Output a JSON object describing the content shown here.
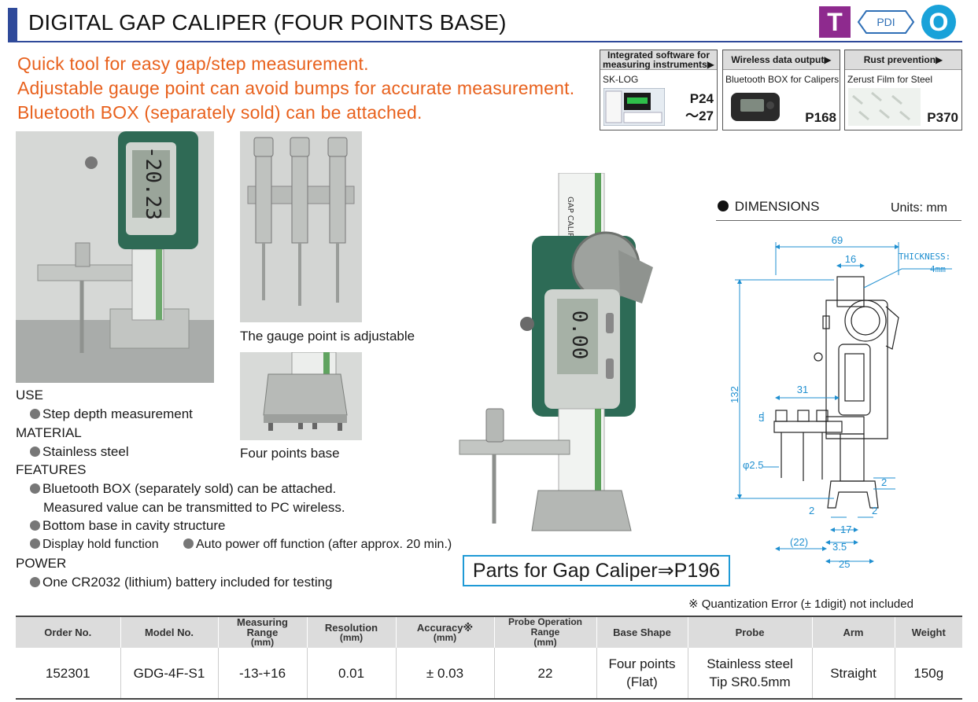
{
  "header": {
    "title": "DIGITAL GAP CALIPER (FOUR POINTS BASE)",
    "badge_t": "T",
    "badge_pdi": "PDI",
    "badge_o": "O"
  },
  "taglines": [
    "Quick tool for easy gap/step measurement.",
    "Adjustable gauge point can avoid bumps for accurate measurement.",
    "Bluetooth BOX (separately sold) can be attached."
  ],
  "refs": [
    {
      "head_line1": "Integrated software for",
      "head_line2": "measuring instruments▶",
      "sub": "SK-LOG",
      "page1": "P24",
      "page2": "～27"
    },
    {
      "head_line1": "Wireless data output▶",
      "head_line2": "",
      "sub": "Bluetooth BOX for Calipers",
      "page1": "P168",
      "page2": ""
    },
    {
      "head_line1": "Rust prevention▶",
      "head_line2": "",
      "sub": "Zerust Film for Steel",
      "page1": "P370",
      "page2": ""
    }
  ],
  "photos": {
    "display_left": "-20.23",
    "display_main": "0.00",
    "caption_gauge": "The gauge point is adjustable",
    "caption_base": "Four points base"
  },
  "specs": {
    "use_title": "USE",
    "use_items": [
      "Step depth measurement"
    ],
    "material_title": "MATERIAL",
    "material_items": [
      "Stainless steel"
    ],
    "features_title": "FEATURES",
    "feature_1": "Bluetooth BOX (separately sold) can be attached.",
    "feature_1b": "Measured value can be transmitted to PC wireless.",
    "feature_2": "Bottom base in cavity structure",
    "feature_3": "Display hold function",
    "feature_4": "Auto power off function (after approx. 20 min.)",
    "power_title": "POWER",
    "power_items": [
      "One CR2032 (lithium) battery included for testing"
    ]
  },
  "parts_link": "Parts for Gap Caliper⇒P196",
  "dimensions": {
    "label": "DIMENSIONS",
    "units": "Units: mm",
    "d69": "69",
    "d16": "16",
    "thickness": "THICKNESS:",
    "thickness_val": "4mm",
    "d132": "132",
    "d31": "31",
    "d5": "5",
    "d2_5": "φ2.5",
    "d2a": "2",
    "d2b": "2",
    "d2c": "2",
    "d17": "17",
    "d22": "(22)",
    "d3_5": "3.5",
    "d25": "25"
  },
  "note": "※ Quantization Error (± 1digit) not included",
  "table": {
    "headers": [
      {
        "main": "Order No.",
        "sub": ""
      },
      {
        "main": "Model No.",
        "sub": ""
      },
      {
        "main": "Measuring Range",
        "sub": "(mm)"
      },
      {
        "main": "Resolution",
        "sub": "(mm)"
      },
      {
        "main": "Accuracy※",
        "sub": "(mm)"
      },
      {
        "main": "Probe Operation Range",
        "sub": "(mm)"
      },
      {
        "main": "Base Shape",
        "sub": ""
      },
      {
        "main": "Probe",
        "sub": ""
      },
      {
        "main": "Arm",
        "sub": ""
      },
      {
        "main": "Weight",
        "sub": ""
      }
    ],
    "row": {
      "order_no": "152301",
      "model_no": "GDG-4F-S1",
      "measuring_range": "-13-+16",
      "resolution": "0.01",
      "accuracy": "± 0.03",
      "probe_range": "22",
      "base_shape_1": "Four points",
      "base_shape_2": "(Flat)",
      "probe_1": "Stainless steel",
      "probe_2": "Tip SR0.5mm",
      "arm": "Straight",
      "weight": "150g"
    }
  },
  "colors": {
    "accent_blue": "#2f4a9a",
    "tagline_orange": "#e8611d",
    "badge_purple": "#8e2a8e",
    "badge_cyan": "#19a2d9",
    "parts_border": "#1f9ad6",
    "dim_blue": "#1f8fd0"
  }
}
